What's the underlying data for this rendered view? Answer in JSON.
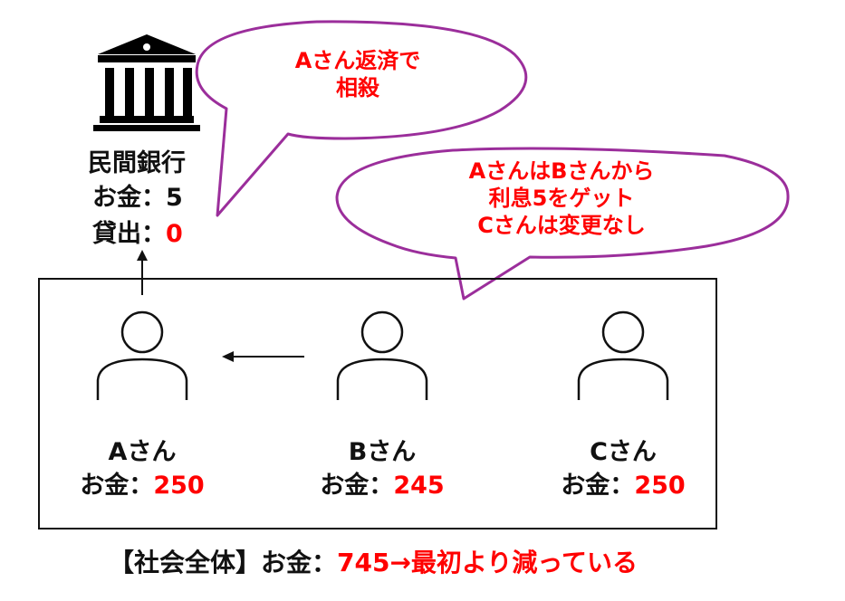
{
  "bank": {
    "name": "民間銀行",
    "money_label": "お金：",
    "money_value": "5",
    "loan_label": "貸出：",
    "loan_value": "0"
  },
  "bubble1": {
    "lines": [
      "Aさん返済で",
      "相殺"
    ]
  },
  "bubble2": {
    "lines": [
      "AさんはBさんから",
      "利息5をゲット",
      "Cさんは変更なし"
    ]
  },
  "persons": [
    {
      "name": "Aさん",
      "money_label": "お金：",
      "money_value": "250"
    },
    {
      "name": "Bさん",
      "money_label": "お金：",
      "money_value": "245"
    },
    {
      "name": "Cさん",
      "money_label": "お金：",
      "money_value": "250"
    }
  ],
  "footer": {
    "prefix": "【社会全体】お金：",
    "highlight": "745→最初より減っている"
  },
  "colors": {
    "accent_red": "#ff0000",
    "bubble_outline": "#9b2e9b",
    "text": "#111111"
  }
}
